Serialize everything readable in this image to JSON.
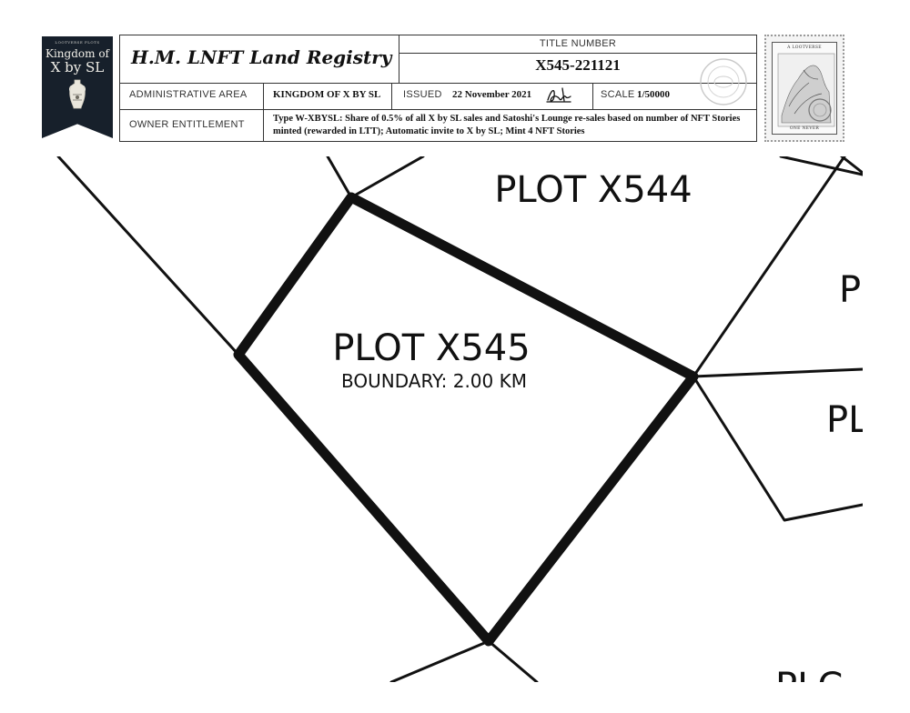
{
  "badge": {
    "tiny_text": "LOOTVERSE PLOTS",
    "line1": "Kingdom of",
    "line2": "X by SL"
  },
  "header": {
    "registry_title": "H.M. LNFT Land Registry",
    "title_number_label": "TITLE NUMBER",
    "title_number": "X545-221121",
    "admin_area_label": "ADMINISTRATIVE AREA",
    "admin_area_value": "KINGDOM OF X BY SL",
    "issued_label": "ISSUED",
    "issued_value": "22 November 2021",
    "scale_label": "SCALE",
    "scale_value": "1/50000",
    "owner_label": "OWNER ENTITLEMENT",
    "owner_value": "Type W-XBYSL: Share of 0.5% of all X by SL sales and Satoshi's Lounge re-sales based on number of NFT Stories minted (rewarded in LTT); Automatic invite to X by SL; Mint 4 NFT Stories"
  },
  "stamp": {
    "top_text": "A LOOTVERSE",
    "bottom_text": "ONE NEVER"
  },
  "map": {
    "main_plot": "PLOT X545",
    "main_boundary": "BOUNDARY: 2.00 KM",
    "plot_x544": "PLOT X544",
    "partial_right_1": "P",
    "partial_right_2": "PL",
    "partial_bottom": "PLC"
  },
  "colors": {
    "ink": "#111111",
    "badge_bg": "#17202b",
    "border": "#333333"
  }
}
